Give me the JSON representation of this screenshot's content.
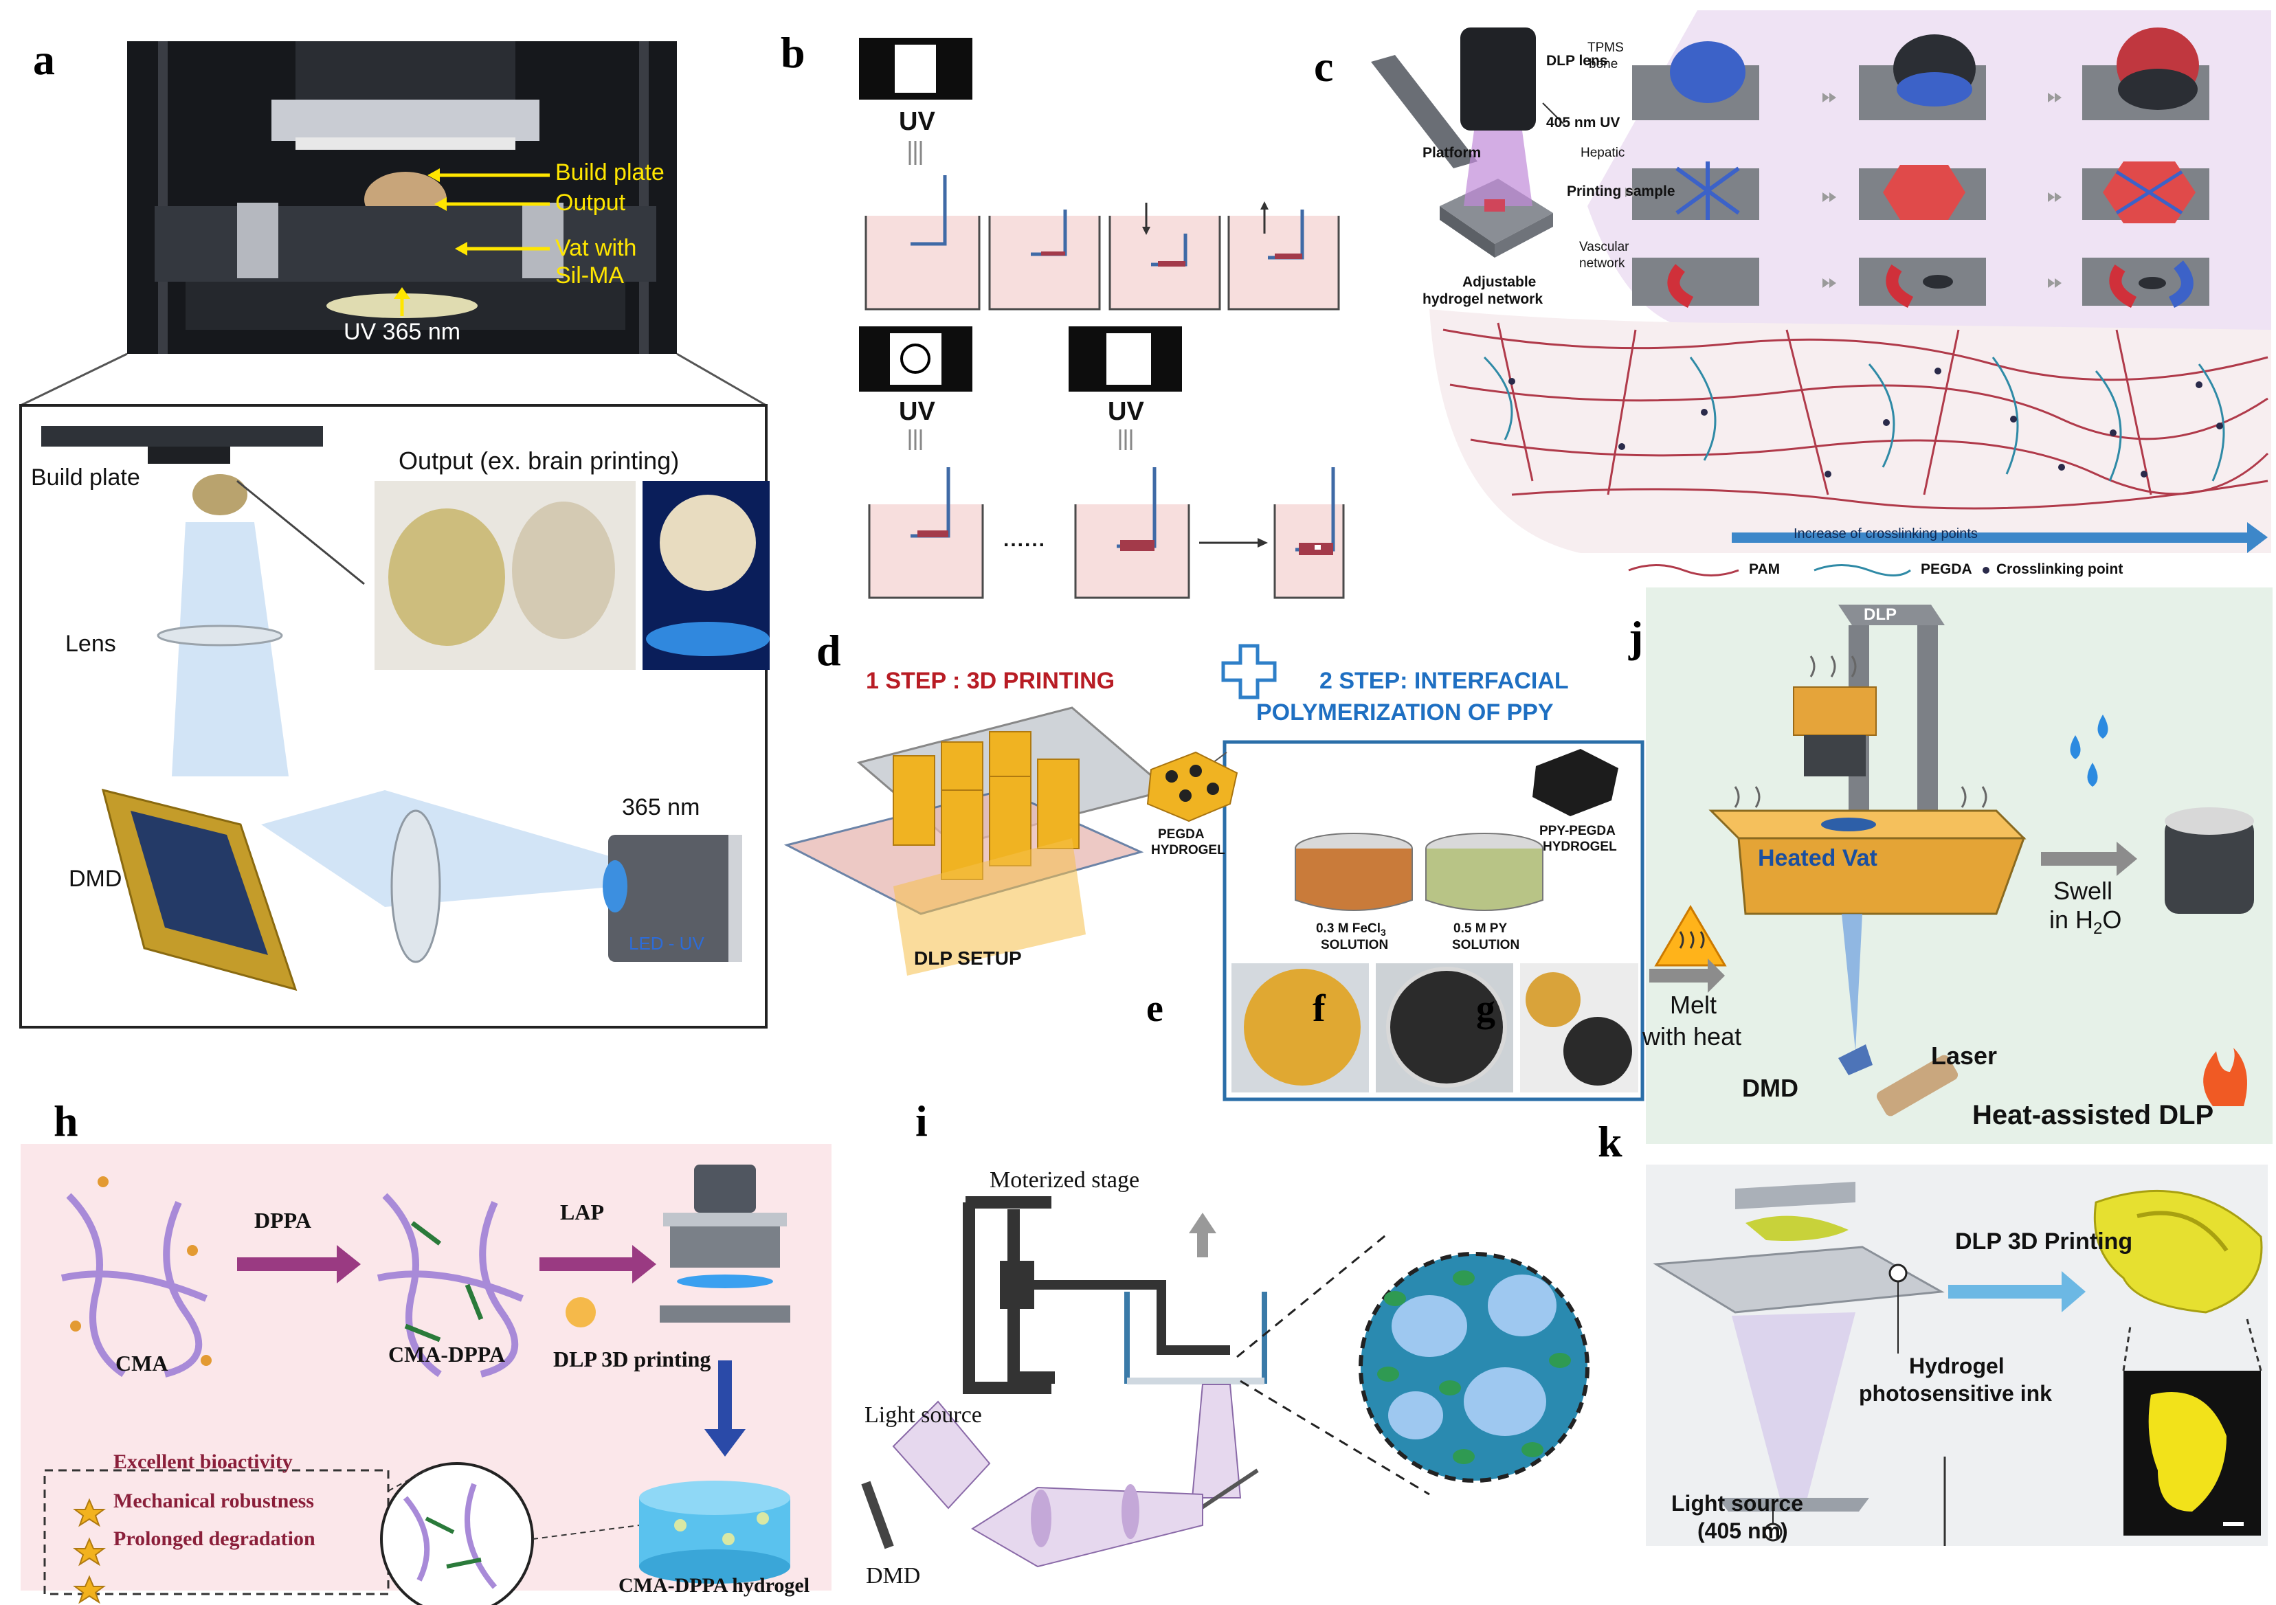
{
  "a": {
    "label": "a",
    "build_plate": "Build plate",
    "output": "Output",
    "vat_line1": "Vat with",
    "vat_line2": "Sil-MA",
    "uv": "UV 365 nm",
    "build_plate_lower": "Build plate",
    "output_example": "Output (ex. brain printing)",
    "lens": "Lens",
    "dmd": "DMD",
    "wavelength": "365 nm",
    "led": "LED - UV"
  },
  "b": {
    "label": "b",
    "uv1": "UV",
    "uv2": "UV",
    "uv3": "UV",
    "dots": "......"
  },
  "c": {
    "label": "c",
    "dlp_lens": "DLP lens",
    "uv": "405 nm UV",
    "platform": "Platform",
    "printing_sample": "Printing sample",
    "adjustable_line1": "Adjustable",
    "adjustable_line2": "hydrogel network",
    "tpms_line1": "TPMS",
    "tpms_line2": "bone",
    "hepatic": "Hepatic",
    "vascular_line1": "Vascular",
    "vascular_line2": "network",
    "increase": "Increase of crosslinking points",
    "legend_pam": "PAM",
    "legend_pegda": "PEGDA",
    "legend_point": "Crosslinking point"
  },
  "d": {
    "label": "d",
    "step1": "1 STEP : 3D PRINTING",
    "step2_line1": "2 STEP: INTERFACIAL",
    "step2_line2": "POLYMERIZATION OF PPY",
    "dlp_setup": "DLP SETUP",
    "pegda_line1": "PEGDA",
    "pegda_line2": "HYDROGEL",
    "fecl_line1": "0.3 M FeCl",
    "fecl_sub": "3",
    "fecl_line2": "SOLUTION",
    "py_line1": "0.5 M PY",
    "py_line2": "SOLUTION",
    "ppy_line1": "PPY-PEGDA",
    "ppy_line2": "HYDROGEL"
  },
  "e": {
    "label": "e"
  },
  "f": {
    "label": "f"
  },
  "g": {
    "label": "g"
  },
  "h": {
    "label": "h",
    "dppa": "DPPA",
    "lap": "LAP",
    "cma": "CMA",
    "cma_dppa": "CMA-DPPA",
    "dlp": "DLP 3D printing",
    "prop1": "Excellent bioactivity",
    "prop2": "Mechanical robustness",
    "prop3": "Prolonged degradation",
    "hydrogel": "CMA-DPPA hydrogel"
  },
  "i": {
    "label": "i",
    "stage": "Moterized stage",
    "light": "Light source",
    "dmd": "DMD"
  },
  "j": {
    "label": "j",
    "dlp": "DLP",
    "vat": "Heated Vat",
    "swell_line1": "Swell",
    "swell_line2": "in H",
    "swell_sub": "2",
    "swell_end": "O",
    "melt_line1": "Melt",
    "melt_line2": "with heat",
    "laser": "Laser",
    "dmd": "DMD",
    "title": "Heat-assisted DLP"
  },
  "k": {
    "label": "k",
    "dlp": "DLP 3D Printing",
    "ink_line1": "Hydrogel",
    "ink_line2": "photosensitive ink",
    "light_line1": "Light source",
    "light_line2": "(405 nm)"
  }
}
